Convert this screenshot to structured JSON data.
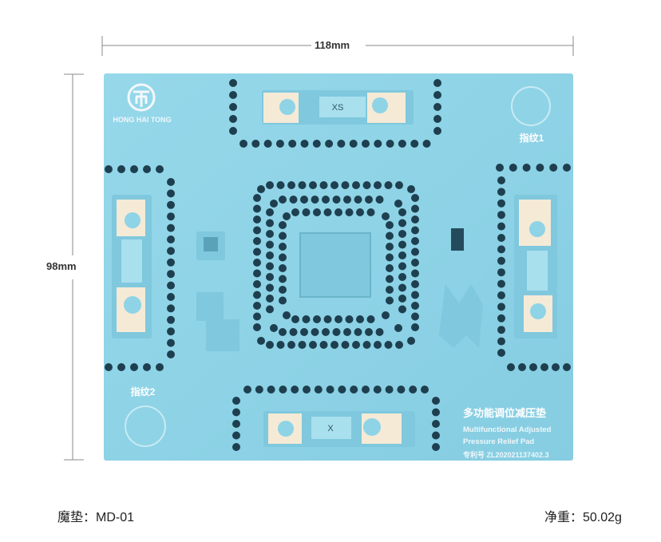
{
  "dimensions": {
    "width": "118mm",
    "height": "98mm"
  },
  "pad": {
    "logo_text": "HONG HAI TONG",
    "slot_top_label": "XS",
    "slot_bottom_label": "X",
    "circle_1_label": "指纹1",
    "circle_2_label": "指纹2",
    "title_cn": "多功能调位减压垫",
    "title_en_line1": "Multifunctional Adjusted",
    "title_en_line2": "Pressure Relief Pad",
    "patent": "专利号 ZL202021137402.3",
    "colors": {
      "pad": "#8fd3e6",
      "hole": "#1e3f4f",
      "insert": "#f4ead6"
    }
  },
  "footer": {
    "model": "魔垫：MD-01",
    "weight": "净重：50.02g"
  }
}
